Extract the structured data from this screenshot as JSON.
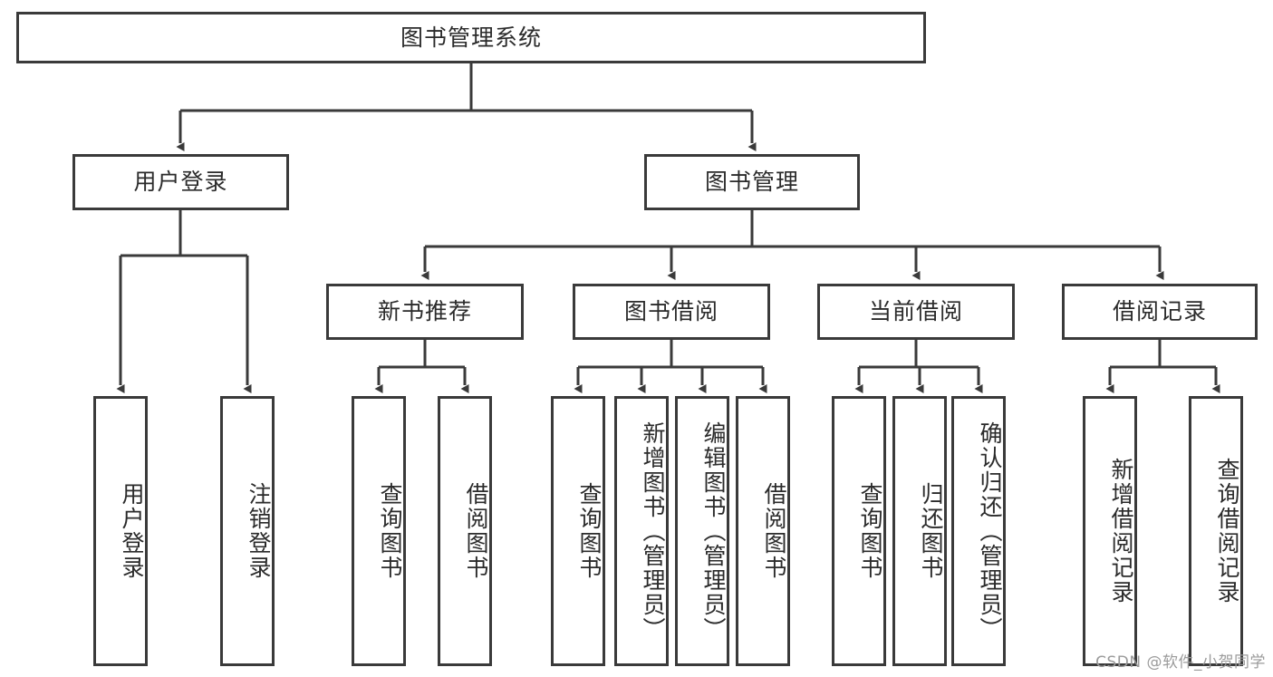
{
  "diagram": {
    "type": "tree-hierarchy",
    "title_node": {
      "id": "root",
      "label": "图书管理系统"
    },
    "level2": [
      {
        "id": "user-login",
        "label": "用户登录"
      },
      {
        "id": "book-management",
        "label": "图书管理"
      }
    ],
    "level3": [
      {
        "id": "new-book-recommend",
        "label": "新书推荐",
        "parent": "book-management"
      },
      {
        "id": "book-borrow",
        "label": "图书借阅",
        "parent": "book-management"
      },
      {
        "id": "current-borrow",
        "label": "当前借阅",
        "parent": "book-management"
      },
      {
        "id": "borrow-record",
        "label": "借阅记录",
        "parent": "book-management"
      }
    ],
    "leaves": {
      "user_login": [
        {
          "id": "leaf-user-login",
          "label": "用户登录"
        },
        {
          "id": "leaf-logout-login",
          "label": "注销登录"
        }
      ],
      "new_book_recommend": [
        {
          "id": "leaf-query-book-1",
          "label": "查询图书"
        },
        {
          "id": "leaf-borrow-book-1",
          "label": "借阅图书"
        }
      ],
      "book_borrow": [
        {
          "id": "leaf-query-book-2",
          "label": "查询图书"
        },
        {
          "id": "leaf-add-book",
          "label": "新增图书（管理员）"
        },
        {
          "id": "leaf-edit-book",
          "label": "编辑图书（管理员）"
        },
        {
          "id": "leaf-borrow-book-2",
          "label": "借阅图书"
        }
      ],
      "current_borrow": [
        {
          "id": "leaf-query-book-3",
          "label": "查询图书"
        },
        {
          "id": "leaf-return-book",
          "label": "归还图书"
        },
        {
          "id": "leaf-confirm-return",
          "label": "确认归还（管理员）"
        }
      ],
      "borrow_record": [
        {
          "id": "leaf-add-record",
          "label": "新增借阅记录"
        },
        {
          "id": "leaf-query-record",
          "label": "查询借阅记录"
        }
      ]
    }
  },
  "watermark": {
    "text": "CSDN @软件_小贺同学"
  },
  "colors": {
    "stroke": "#3a3a3a",
    "text": "#2b2b2b",
    "background": "#ffffff",
    "watermark": "#9b9b9b"
  }
}
